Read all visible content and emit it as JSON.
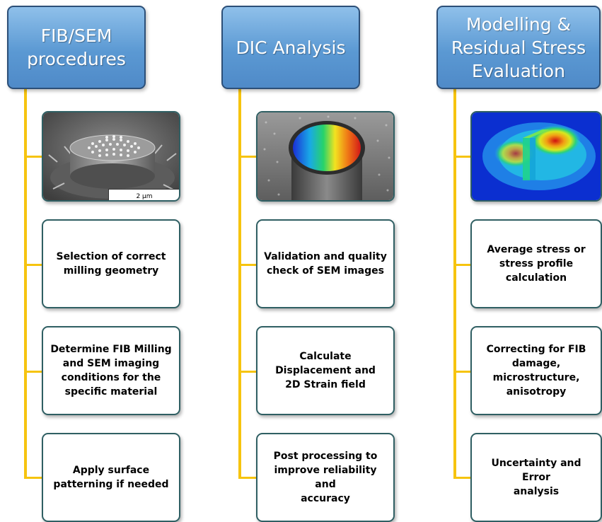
{
  "columns": [
    {
      "id": "fib",
      "header": "FIB/SEM\nprocedures",
      "image": "fib-sem-pillar-micrograph",
      "scale_label": "2 µm",
      "steps": [
        "Selection of correct\nmilling geometry",
        "Determine FIB  Milling\nand SEM imaging\nconditions for the\nspecific material",
        "Apply surface\npatterning if needed"
      ]
    },
    {
      "id": "dic",
      "header": "DIC Analysis",
      "image": "dic-strain-field-image",
      "steps": [
        "Validation and quality\ncheck  of SEM images",
        "Calculate\nDisplacement  and\n2D Strain field",
        "Post processing to\nimprove reliability and\naccuracy"
      ]
    },
    {
      "id": "model",
      "header": "Modelling &\nResidual Stress\nEvaluation",
      "image": "fem-stress-contour-image",
      "steps": [
        "Average stress or\nstress profile\ncalculation",
        "Correcting for FIB\ndamage,\nmicrostructure,\nanisotropy",
        "Uncertainty and Error\nanalysis"
      ]
    }
  ],
  "colors": {
    "header_fill": "#5b99d3",
    "header_border": "#2c4f78",
    "connector": "#f6c40f",
    "box_border": "#2f5f63"
  }
}
